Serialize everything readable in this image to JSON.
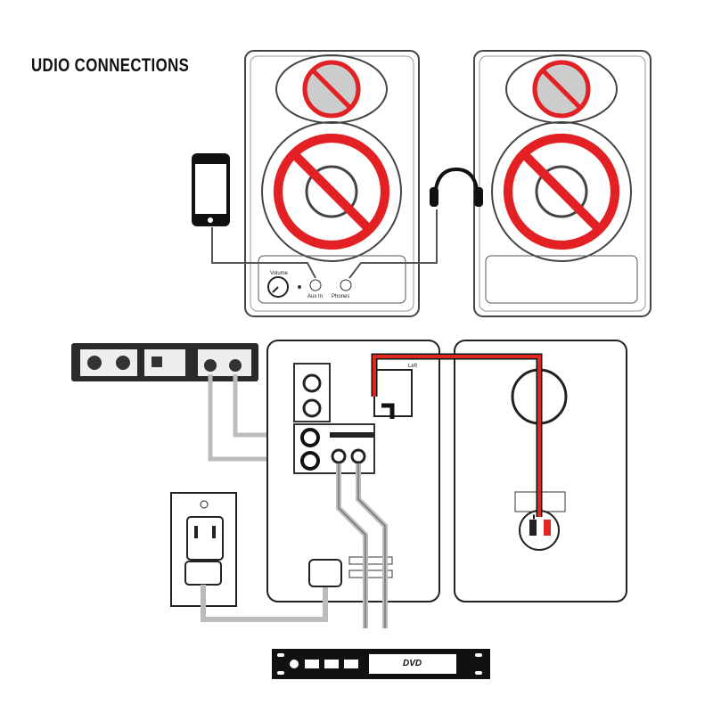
{
  "title": "UDIO CONNECTIONS",
  "front_panel": {
    "volume_label": "Volume",
    "aux_label": "Aux In",
    "phones_label": "Phones"
  },
  "rear_panel": {
    "left_label": "Left"
  },
  "dvd": {
    "logo": "DVD"
  },
  "colors": {
    "prohibit_red": "#e32124",
    "cable_red": "#e0261f",
    "cable_gray": "#bcbcbc",
    "outline": "#333333"
  }
}
